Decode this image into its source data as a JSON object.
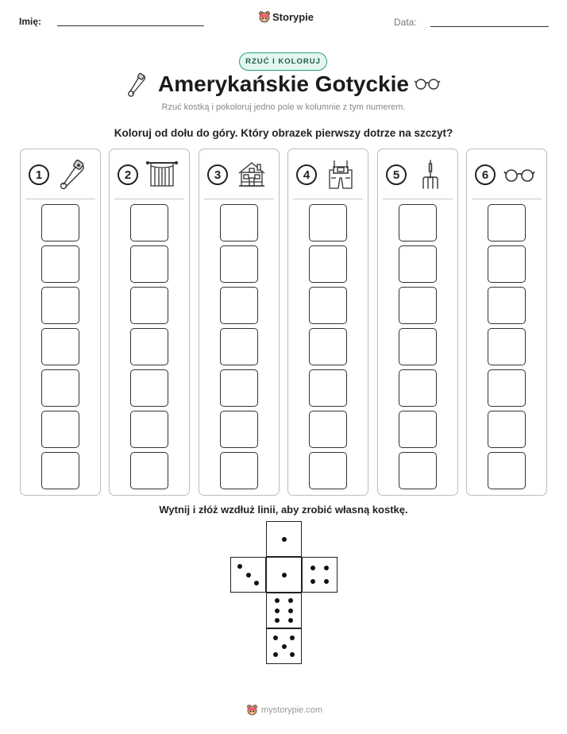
{
  "header": {
    "name_label": "Imię:",
    "brand": "Storypie",
    "date_label": "Data:"
  },
  "badge": "RZUĆ I KOLORUJ",
  "title": "Amerykańskie Gotyckie",
  "subtitle": "Rzuć kostką i pokoloruj jedno pole w kolumnie z tym numerem.",
  "instruction": "Koloruj od dołu do góry. Który obrazek pierwszy dotrze na szczyt?",
  "columns": [
    {
      "number": "1",
      "icon": "safety-pin-icon"
    },
    {
      "number": "2",
      "icon": "curtain-icon"
    },
    {
      "number": "3",
      "icon": "farmhouse-icon"
    },
    {
      "number": "4",
      "icon": "overalls-icon"
    },
    {
      "number": "5",
      "icon": "pitchfork-icon"
    },
    {
      "number": "6",
      "icon": "glasses-icon"
    }
  ],
  "cells_per_column": 7,
  "dice_title": "Wytnij i złóż wzdłuż linii, aby zrobić własną kostkę.",
  "footer": "mystorypie.com",
  "colors": {
    "badge_border": "#2e9e77",
    "badge_bg": "#e3f6ee",
    "column_border": "#b7bcc9"
  }
}
